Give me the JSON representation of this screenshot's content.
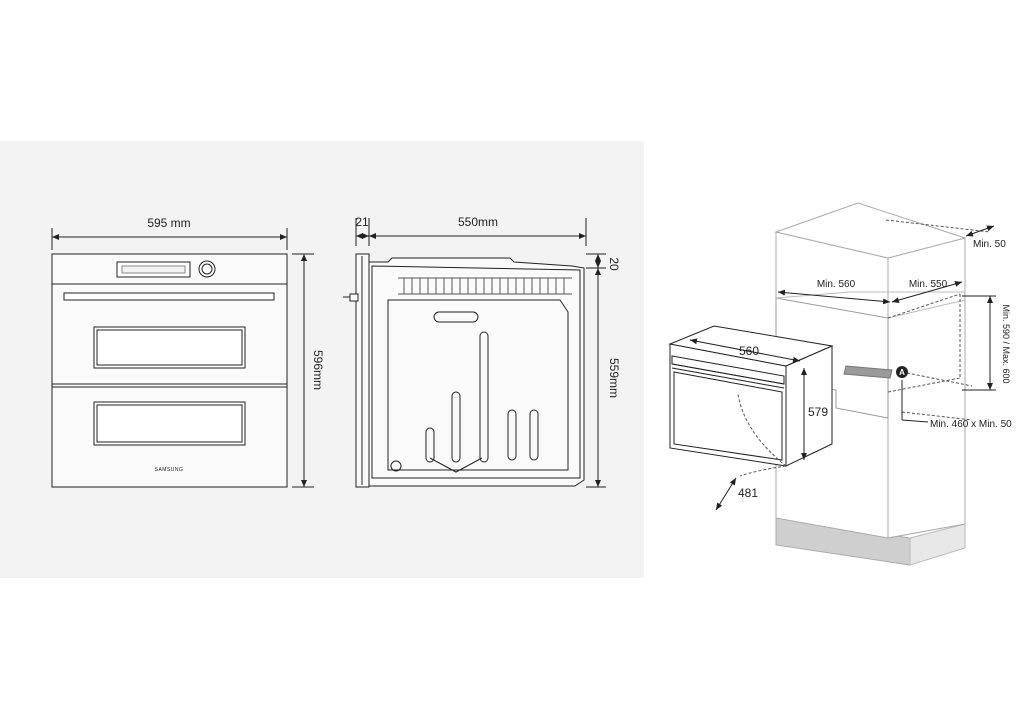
{
  "front_view": {
    "width_label": "595 mm",
    "height_label": "596mm",
    "brand": "SAMSUNG"
  },
  "side_view": {
    "depth_front_label": "21",
    "depth_label": "550mm",
    "top_offset_label": "20",
    "height_label": "559mm"
  },
  "installation": {
    "min_top_gap": "Min. 50",
    "cabinet_inner_width": "Min. 560",
    "cabinet_inner_depth": "Min. 550",
    "opening_height": "Min. 590 / Max. 600",
    "oven_width": "560",
    "oven_height": "579",
    "door_open_depth": "481",
    "vent_marker": "A",
    "vent_opening": "Min. 460 x Min. 50"
  }
}
